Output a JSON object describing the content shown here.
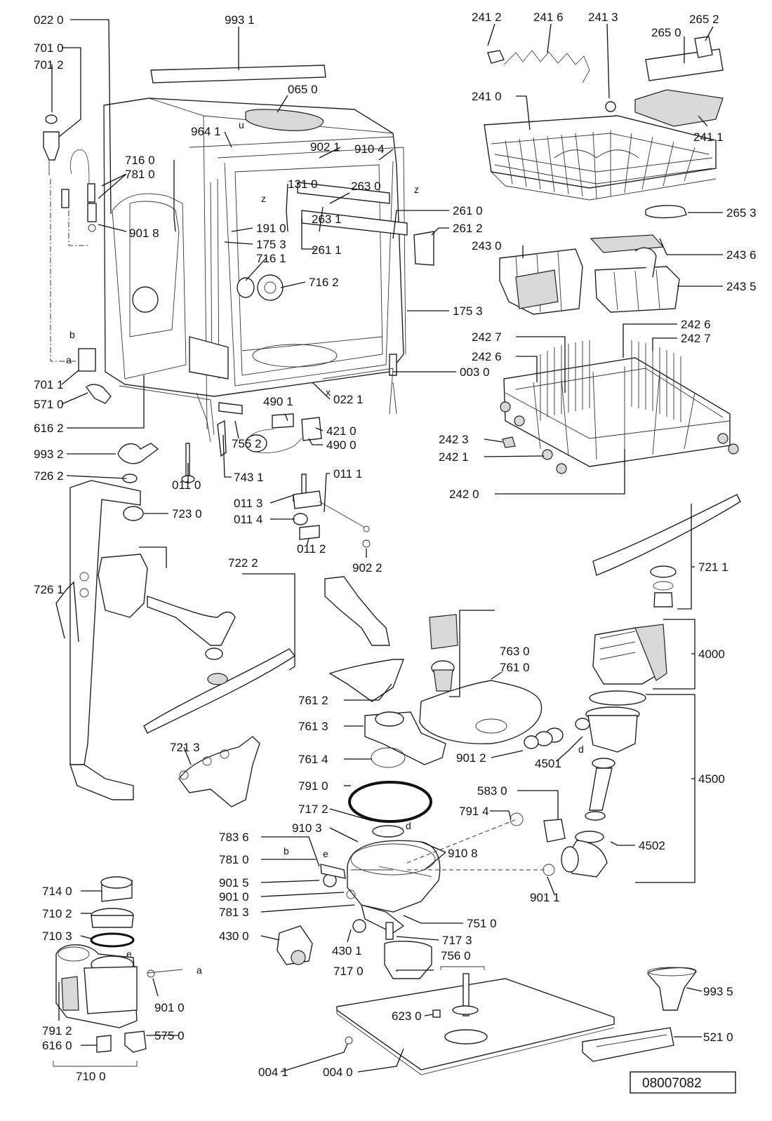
{
  "document_number": "08007082",
  "part_labels": [
    "022 0",
    "993 1",
    "701 0",
    "701 2",
    "065 0",
    "964 1",
    "902 1",
    "910 4",
    "716 0",
    "781 0",
    "131 0",
    "263 0",
    "261 0",
    "263 1",
    "261 2",
    "261 1",
    "191 0",
    "175 3",
    "901 8",
    "716 1",
    "716 2",
    "175 3",
    "003 0",
    "701 1",
    "571 0",
    "022 1",
    "616 2",
    "490 1",
    "421 0",
    "490 0",
    "993 2",
    "755 2",
    "743 1",
    "011 0",
    "726 2",
    "723 0",
    "011 1",
    "011 3",
    "011 4",
    "011 2",
    "902 2",
    "722 2",
    "726 1",
    "721 3",
    "241 2",
    "241 6",
    "241 3",
    "265 2",
    "265 0",
    "241 0",
    "241 1",
    "265 3",
    "243 6",
    "243 0",
    "243 5",
    "242 7",
    "242 6",
    "242 6",
    "242 7",
    "242 3",
    "242 1",
    "242 0",
    "721 1",
    "763 0",
    "761 0",
    "4000",
    "761 2",
    "761 3",
    "761 4",
    "901 2",
    "4501",
    "4500",
    "791 0",
    "583 0",
    "717 2",
    "791 4",
    "910 3",
    "783 6",
    "781 0",
    "901 5",
    "901 0",
    "781 3",
    "910 8",
    "4502",
    "751 0",
    "901 1",
    "714 0",
    "710 2",
    "710 3",
    "430 0",
    "430 1",
    "717 3",
    "756 0",
    "717 0",
    "901 0",
    "791 2",
    "575 0",
    "616 0",
    "710 0",
    "623 0",
    "993 5",
    "004 1",
    "004 0",
    "521 0"
  ],
  "connection_letters": [
    "u",
    "z",
    "z",
    "x",
    "b",
    "a",
    "b",
    "e",
    "d",
    "e",
    "d",
    "a"
  ],
  "icons": [
    "exploded-view-dishwasher-tub",
    "upper-basket",
    "lower-basket",
    "spray-arm",
    "sump-assembly",
    "filter",
    "water-softener",
    "control-panel"
  ]
}
